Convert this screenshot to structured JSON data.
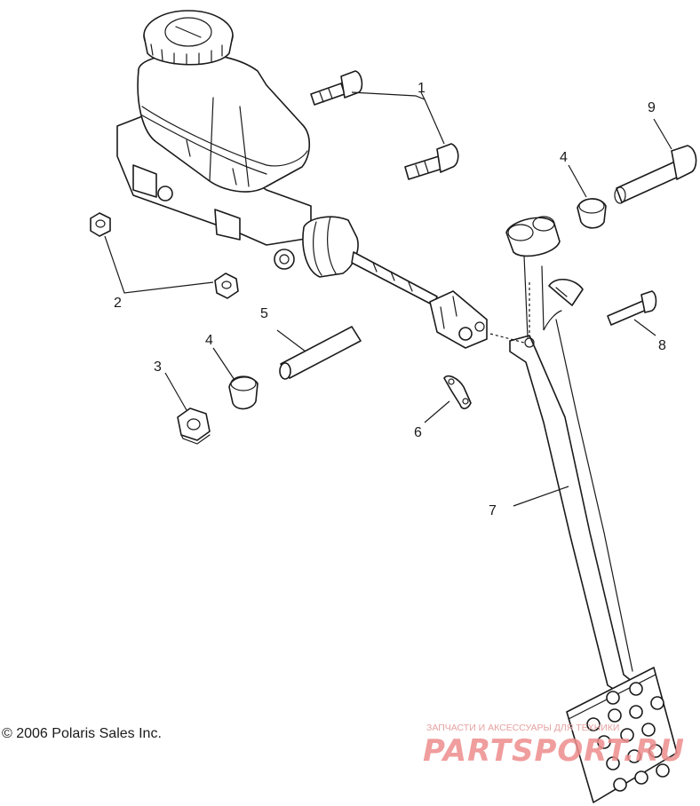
{
  "callouts": {
    "c1": "1",
    "c2": "2",
    "c3": "3",
    "c4a": "4",
    "c4b": "4",
    "c5": "5",
    "c6": "6",
    "c7": "7",
    "c8": "8",
    "c9": "9"
  },
  "copyright": "© 2006 Polaris Sales Inc.",
  "watermark": {
    "tagline": "ЗАПЧАСТИ И АКСЕССУАРЫ ДЛЯ ТЕХНИКИ",
    "logo": "PARTSPORT.RU"
  },
  "colors": {
    "line": "#1a1a1a",
    "watermark": "#ee8d8d"
  }
}
